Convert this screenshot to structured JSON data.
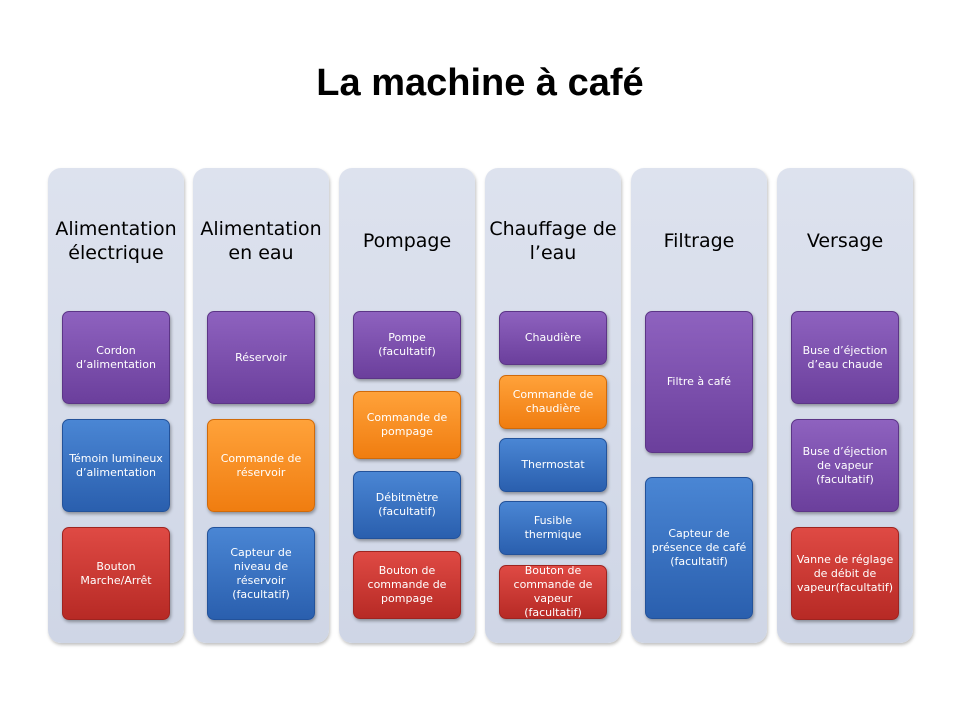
{
  "title": "La machine à café",
  "columns": [
    {
      "header": "Alimentation électrique",
      "items": [
        {
          "label": "Cordon d’alimentation",
          "color": "purple"
        },
        {
          "label": "Témoin lumineux d’alimentation",
          "color": "blue"
        },
        {
          "label": "Bouton Marche/Arrêt",
          "color": "red"
        }
      ]
    },
    {
      "header": "Alimentation en eau",
      "items": [
        {
          "label": "Réservoir",
          "color": "purple"
        },
        {
          "label": "Commande de réservoir",
          "color": "orange"
        },
        {
          "label": "Capteur de niveau de réservoir (facultatif)",
          "color": "blue"
        }
      ]
    },
    {
      "header": "Pompage",
      "items": [
        {
          "label": "Pompe (facultatif)",
          "color": "purple"
        },
        {
          "label": "Commande de pompage",
          "color": "orange"
        },
        {
          "label": "Débitmètre (facultatif)",
          "color": "blue"
        },
        {
          "label": "Bouton de commande de pompage",
          "color": "red"
        }
      ]
    },
    {
      "header": "Chauffage de l’eau",
      "items": [
        {
          "label": "Chaudière",
          "color": "purple"
        },
        {
          "label": "Commande de chaudière",
          "color": "orange"
        },
        {
          "label": "Thermostat",
          "color": "blue"
        },
        {
          "label": "Fusible thermique",
          "color": "blue"
        },
        {
          "label": "Bouton de commande de vapeur (facultatif)",
          "color": "red"
        }
      ]
    },
    {
      "header": "Filtrage",
      "items": [
        {
          "label": "Filtre à café",
          "color": "purple"
        },
        {
          "label": "Capteur de présence de café (facultatif)",
          "color": "blue"
        }
      ]
    },
    {
      "header": "Versage",
      "items": [
        {
          "label": "Buse d’éjection d’eau chaude",
          "color": "purple"
        },
        {
          "label": "Buse d’éjection de vapeur (facultatif)",
          "color": "purple"
        },
        {
          "label": "Vanne de réglage de débit de vapeur(facultatif)",
          "color": "red"
        }
      ]
    }
  ]
}
